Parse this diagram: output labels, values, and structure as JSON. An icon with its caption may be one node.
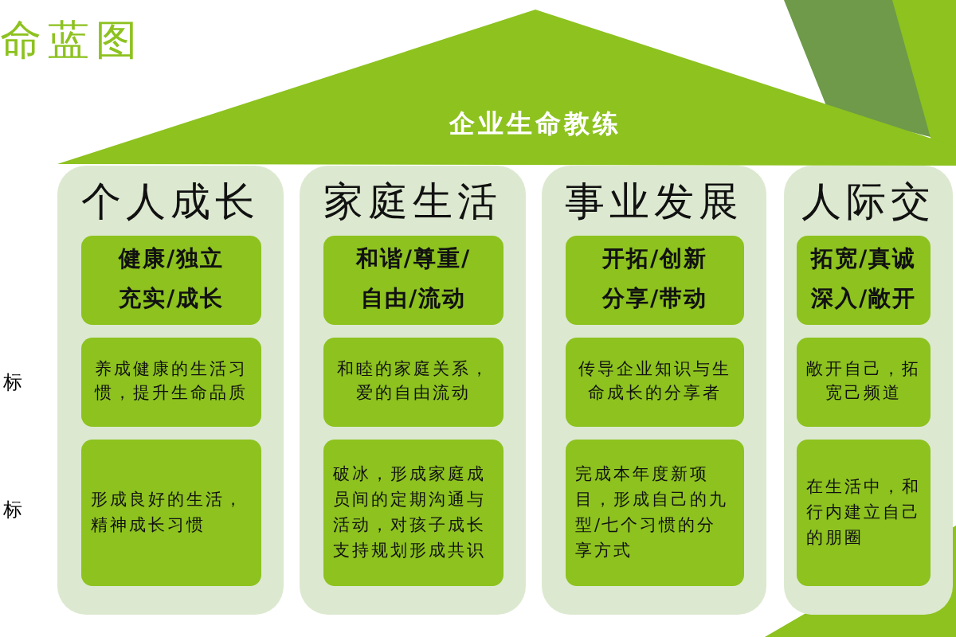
{
  "diagram": {
    "title": "命蓝图",
    "nodes": [
      {
        "text": [
          "企业生命教练"
        ]
      },
      {
        "text": [
          "个人成长"
        ]
      },
      {
        "text": [
          "健康/独立",
          "充实/成长"
        ],
        "in": 1
      },
      {
        "text": [
          "养成健康的生活习惯，提升生命品质"
        ],
        "in": 1
      },
      {
        "text": [
          "形成良好的生活，精神成长习惯"
        ],
        "in": 1
      },
      {
        "text": [
          "家庭生活"
        ]
      },
      {
        "text": [
          "和谐/尊重/",
          "自由/流动"
        ],
        "in": 5
      },
      {
        "text": [
          "和睦的家庭关系，爱的自由流动"
        ],
        "in": 5
      },
      {
        "text": [
          "破冰，形成家庭成员间的定期沟通与活动，对孩子成长支持规划形成共识"
        ],
        "in": 5
      },
      {
        "text": [
          "事业发展"
        ]
      },
      {
        "text": [
          "开拓/创新",
          "分享/带动"
        ],
        "in": 9
      },
      {
        "text": [
          "传导企业知识与生命成长的分享者"
        ],
        "in": 9
      },
      {
        "text": [
          "完成本年度新项目，形成自己的九型/七个习惯的分享方式"
        ],
        "in": 9
      },
      {
        "text": [
          "人际交"
        ]
      },
      {
        "text": [
          "拓宽/真诚",
          "深入/敞开"
        ],
        "in": 13
      },
      {
        "text": [
          "敞开自己，拓宽己频道"
        ],
        "in": 13
      },
      {
        "text": [
          "在生活中，和行内建立自己的朋圈"
        ],
        "in": 13
      }
    ],
    "edges": [],
    "labels": [
      "标",
      "标"
    ]
  }
}
